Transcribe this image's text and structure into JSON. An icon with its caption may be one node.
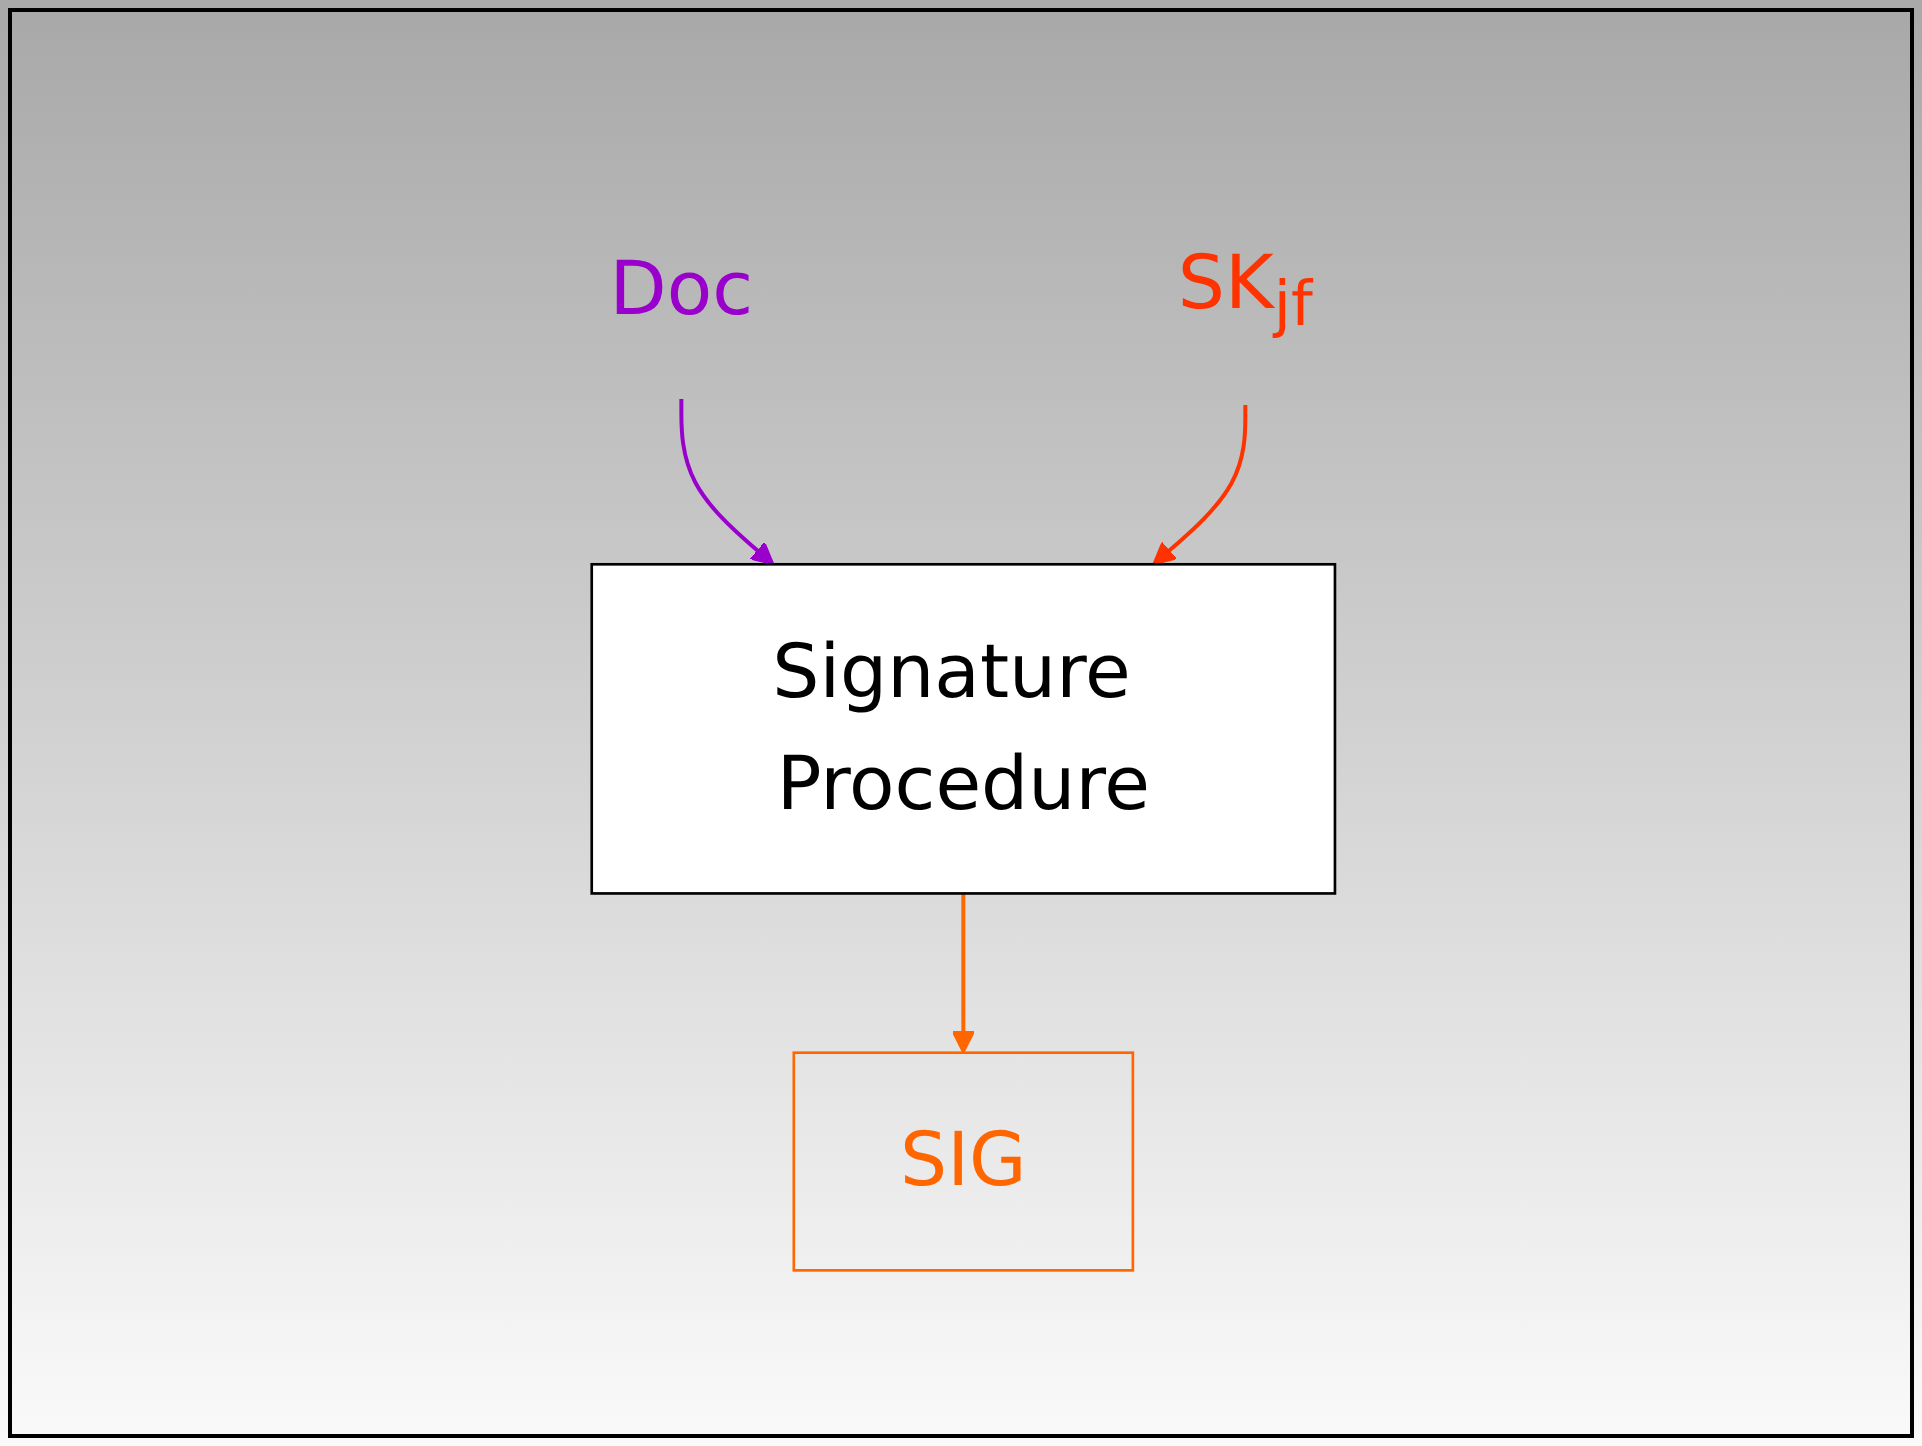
{
  "diagram": {
    "nodes": [
      {
        "text": [
          "Doc"
        ]
      },
      {
        "text": [
          "SK$_{jf}$"
        ]
      },
      {
        "text": [
          "Signature Procedure"
        ]
      },
      {
        "text": [
          "SIG"
        ]
      }
    ],
    "edges": [
      {
        "from": 0,
        "to": 2,
        "arrow": "to",
        "color": "#9900cc"
      },
      {
        "from": 1,
        "to": 2,
        "arrow": "to",
        "color": "#ff3300"
      },
      {
        "from": 2,
        "to": 3,
        "arrow": "to",
        "color": "#ff6600"
      }
    ]
  }
}
